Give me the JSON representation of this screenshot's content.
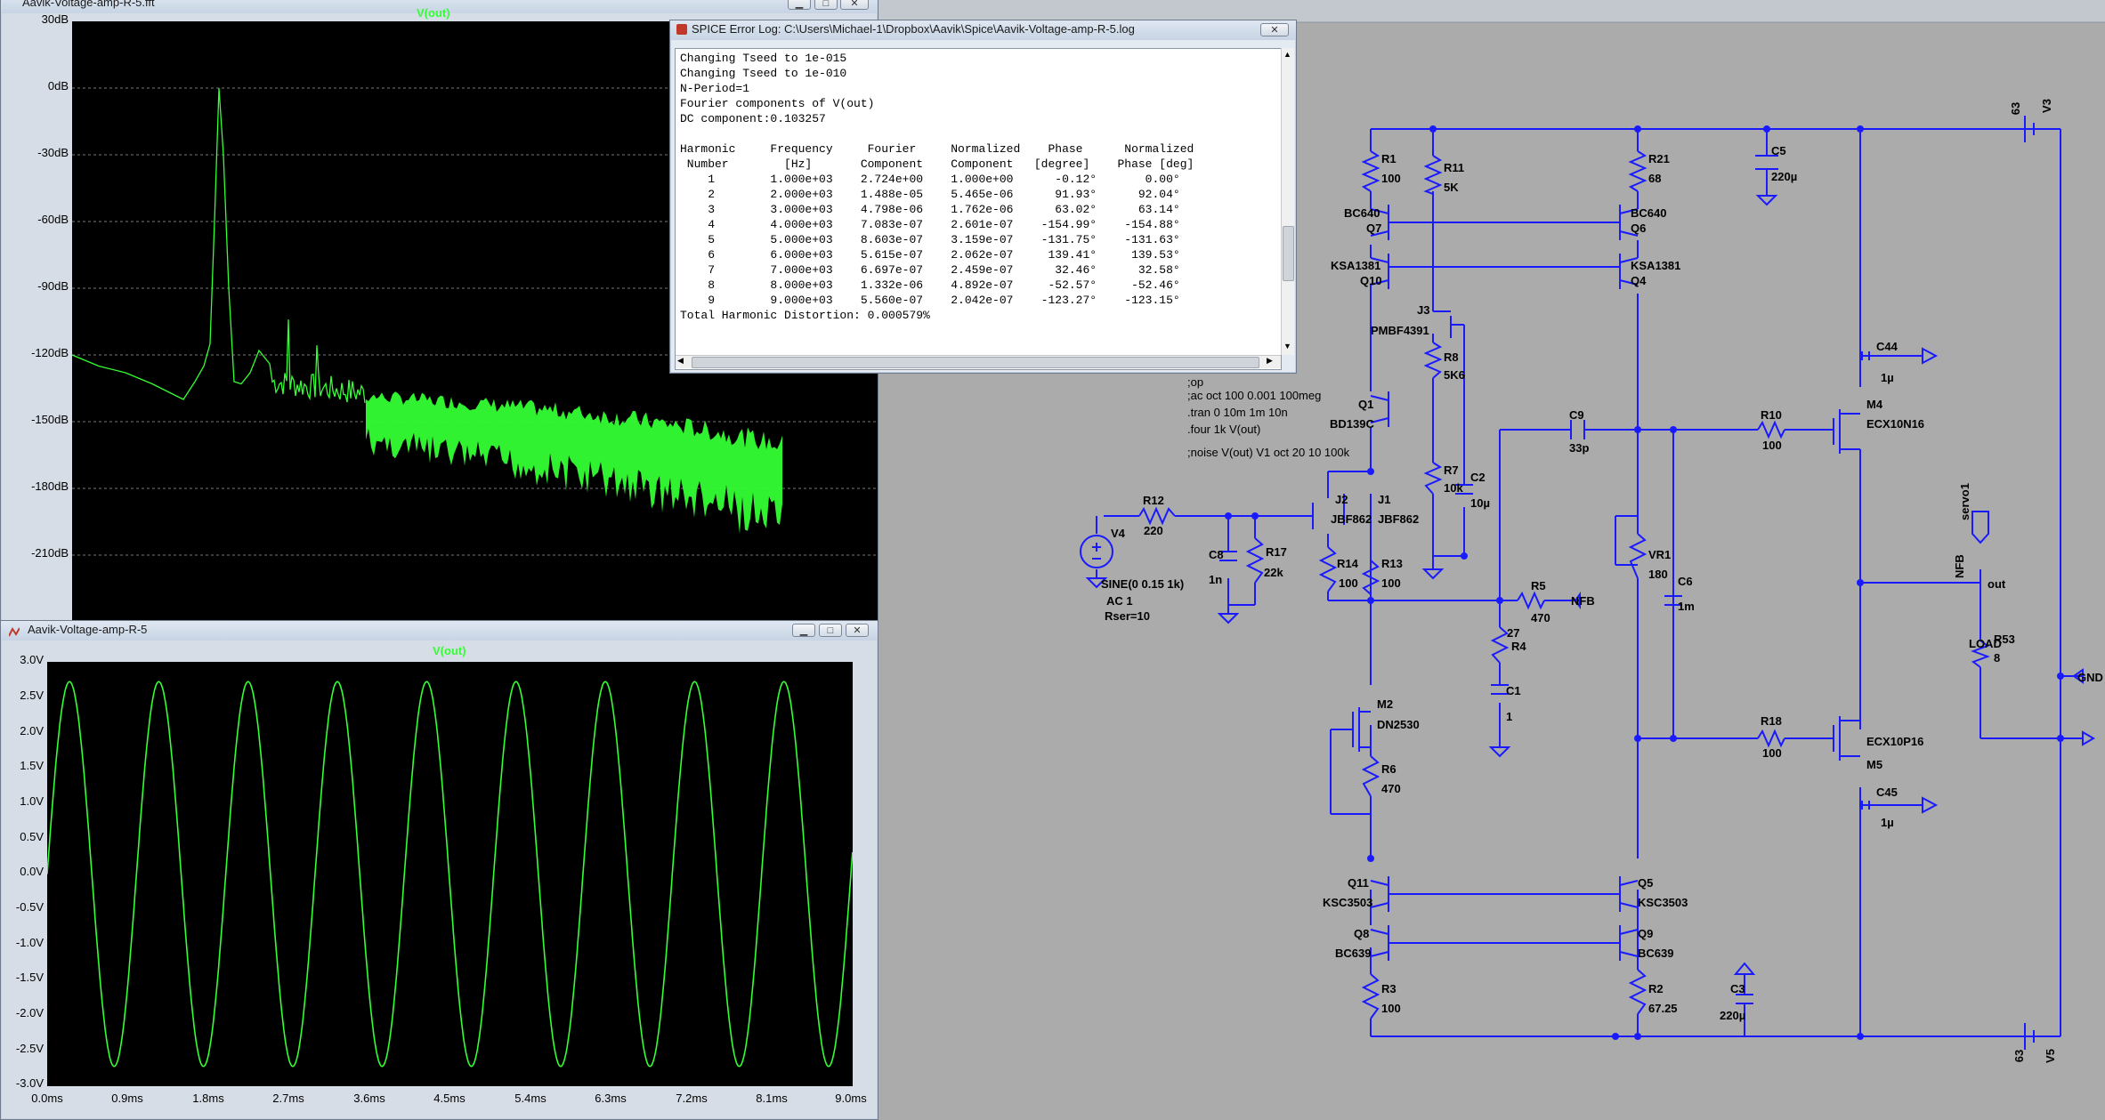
{
  "windows": {
    "fft": {
      "title": "Aavik-Voltage-amp-R-5.fft",
      "trace": "V(out)",
      "y_ticks": [
        "30dB",
        "0dB",
        "-30dB",
        "-60dB",
        "-90dB",
        "-120dB",
        "-150dB",
        "-180dB",
        "-210dB"
      ]
    },
    "transient": {
      "title": "Aavik-Voltage-amp-R-5",
      "trace": "V(out)",
      "y_ticks": [
        "3.0V",
        "2.5V",
        "2.0V",
        "1.5V",
        "1.0V",
        "0.5V",
        "0.0V",
        "-0.5V",
        "-1.0V",
        "-1.5V",
        "-2.0V",
        "-2.5V",
        "-3.0V"
      ],
      "x_ticks": [
        "0.0ms",
        "0.9ms",
        "1.8ms",
        "2.7ms",
        "3.6ms",
        "4.5ms",
        "5.4ms",
        "6.3ms",
        "7.2ms",
        "8.1ms",
        "9.0ms"
      ]
    },
    "log": {
      "title": "SPICE Error Log: C:\\Users\\Michael-1\\Dropbox\\Aavik\\Spice\\Aavik-Voltage-amp-R-5.log",
      "lines": [
        "Changing Tseed to 1e-015",
        "Changing Tseed to 1e-010",
        "N-Period=1",
        "Fourier components of V(out)",
        "DC component:0.103257",
        "",
        "Harmonic     Frequency     Fourier     Normalized    Phase      Normalized",
        " Number        [Hz]       Component    Component   [degree]    Phase [deg]",
        "    1        1.000e+03    2.724e+00    1.000e+00      -0.12°       0.00°",
        "    2        2.000e+03    1.488e-05    5.465e-06      91.93°      92.04°",
        "    3        3.000e+03    4.798e-06    1.762e-06      63.02°      63.14°",
        "    4        4.000e+03    7.083e-07    2.601e-07    -154.99°    -154.88°",
        "    5        5.000e+03    8.603e-07    3.159e-07    -131.75°    -131.63°",
        "    6        6.000e+03    5.615e-07    2.062e-07     139.41°     139.53°",
        "    7        7.000e+03    6.697e-07    2.459e-07      32.46°      32.58°",
        "    8        8.000e+03    1.332e-06    4.892e-07     -52.57°     -52.46°",
        "    9        9.000e+03    5.560e-07    2.042e-07    -123.27°    -123.15°",
        "Total Harmonic Distortion: 0.000579%"
      ]
    }
  },
  "schematic": {
    "directives": [
      ";op",
      ";ac oct 100 0.001 100meg",
      ".tran 0 10m 1m 10n",
      ".four 1k  V(out)",
      ";noise V(out) V1 oct 20 10 100k"
    ],
    "labels": {
      "R1": "R1",
      "R1v": "100",
      "R11": "R11",
      "R11v": "5K",
      "R21": "R21",
      "R21v": "68",
      "C5": "C5",
      "C5v": "220µ",
      "V3": "V3",
      "V3v": "63",
      "BC640a": "BC640",
      "Q7": "Q7",
      "BC640b": "BC640",
      "Q6": "Q6",
      "KSA1381a": "KSA1381",
      "Q10": "Q10",
      "KSA1381b": "KSA1381",
      "Q4": "Q4",
      "J3": "J3",
      "PMBF4391": "PMBF4391",
      "R8": "R8",
      "R8v": "5K6",
      "C44": "C44",
      "C44v": "1µ",
      "Q1": "Q1",
      "BD139C": "BD139C",
      "C9": "C9",
      "C9v": "33p",
      "R10": "R10",
      "R10v": "100",
      "M4": "M4",
      "ECX10N16": "ECX10N16",
      "R7": "R7",
      "R7v": "10k",
      "C2": "C2",
      "C2v": "10µ",
      "R12": "R12",
      "R12v": "220",
      "J2": "J2",
      "J1": "J1",
      "JBF862a": "JBF862",
      "JBF862b": "JBF862",
      "V4": "V4",
      "C8": "C8",
      "C8v": "1n",
      "R17": "R17",
      "R17v": "22k",
      "R14": "R14",
      "R14v": "100",
      "R13": "R13",
      "R13v": "100",
      "VR1": "VR1",
      "VR1v": "180",
      "C6": "C6",
      "C6v": "1m",
      "servo1": "servo1",
      "NFB1": "NFB",
      "out": "out",
      "SINE": "SINE(0 0.15 1k)",
      "AC": "AC 1",
      "Rser": "Rser=10",
      "R5": "R5",
      "R5v": "470",
      "NFB2": "NFB",
      "R4": "R4",
      "R4v": "27",
      "LOAD": "LOAD",
      "R53": "R53",
      "R53v": "8",
      "GND": "GND",
      "C1": "C1",
      "C1v": "1",
      "M2": "M2",
      "DN2530": "DN2530",
      "R18": "R18",
      "R18v": "100",
      "ECX10P16": "ECX10P16",
      "M5": "M5",
      "C45": "C45",
      "C45v": "1µ",
      "R6": "R6",
      "R6v": "470",
      "Q11": "Q11",
      "KSC3503a": "KSC3503",
      "Q5": "Q5",
      "KSC3503b": "KSC3503",
      "Q8": "Q8",
      "BC639a": "BC639",
      "Q9": "Q9",
      "BC639b": "BC639",
      "R3": "R3",
      "R3v": "100",
      "R2": "R2",
      "R2v": "67.25",
      "C3": "C3",
      "C3v": "220µ",
      "V5": "V5",
      "V5v": "63"
    }
  },
  "colors": {
    "trace": "#33ff33",
    "wire": "#1a1aff",
    "plot_bg": "#000000",
    "schematic_bg": "#ababab"
  }
}
